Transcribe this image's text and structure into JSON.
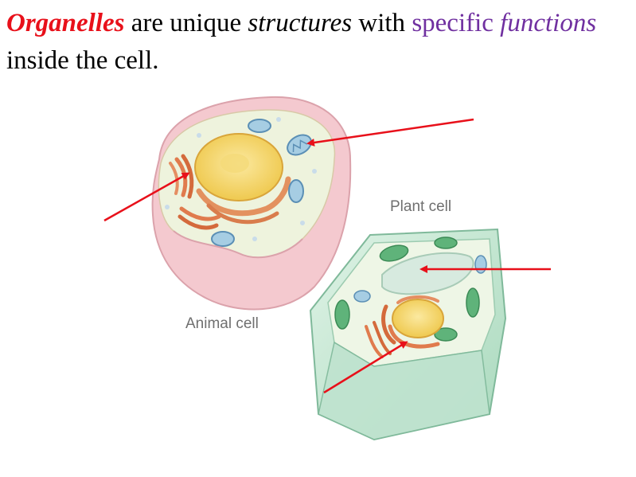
{
  "title": {
    "part1": "Organelles",
    "part2": " are unique ",
    "part3": "structures",
    "part4": " with ",
    "part5": "specific",
    "part6": " ",
    "part7": "functions",
    "part8": " inside the cell."
  },
  "labels": {
    "animal": "Animal cell",
    "plant": "Plant cell"
  },
  "colors": {
    "emphasis": "#e8101a",
    "accent": "#7030a0",
    "arrow": "#e8101a"
  }
}
